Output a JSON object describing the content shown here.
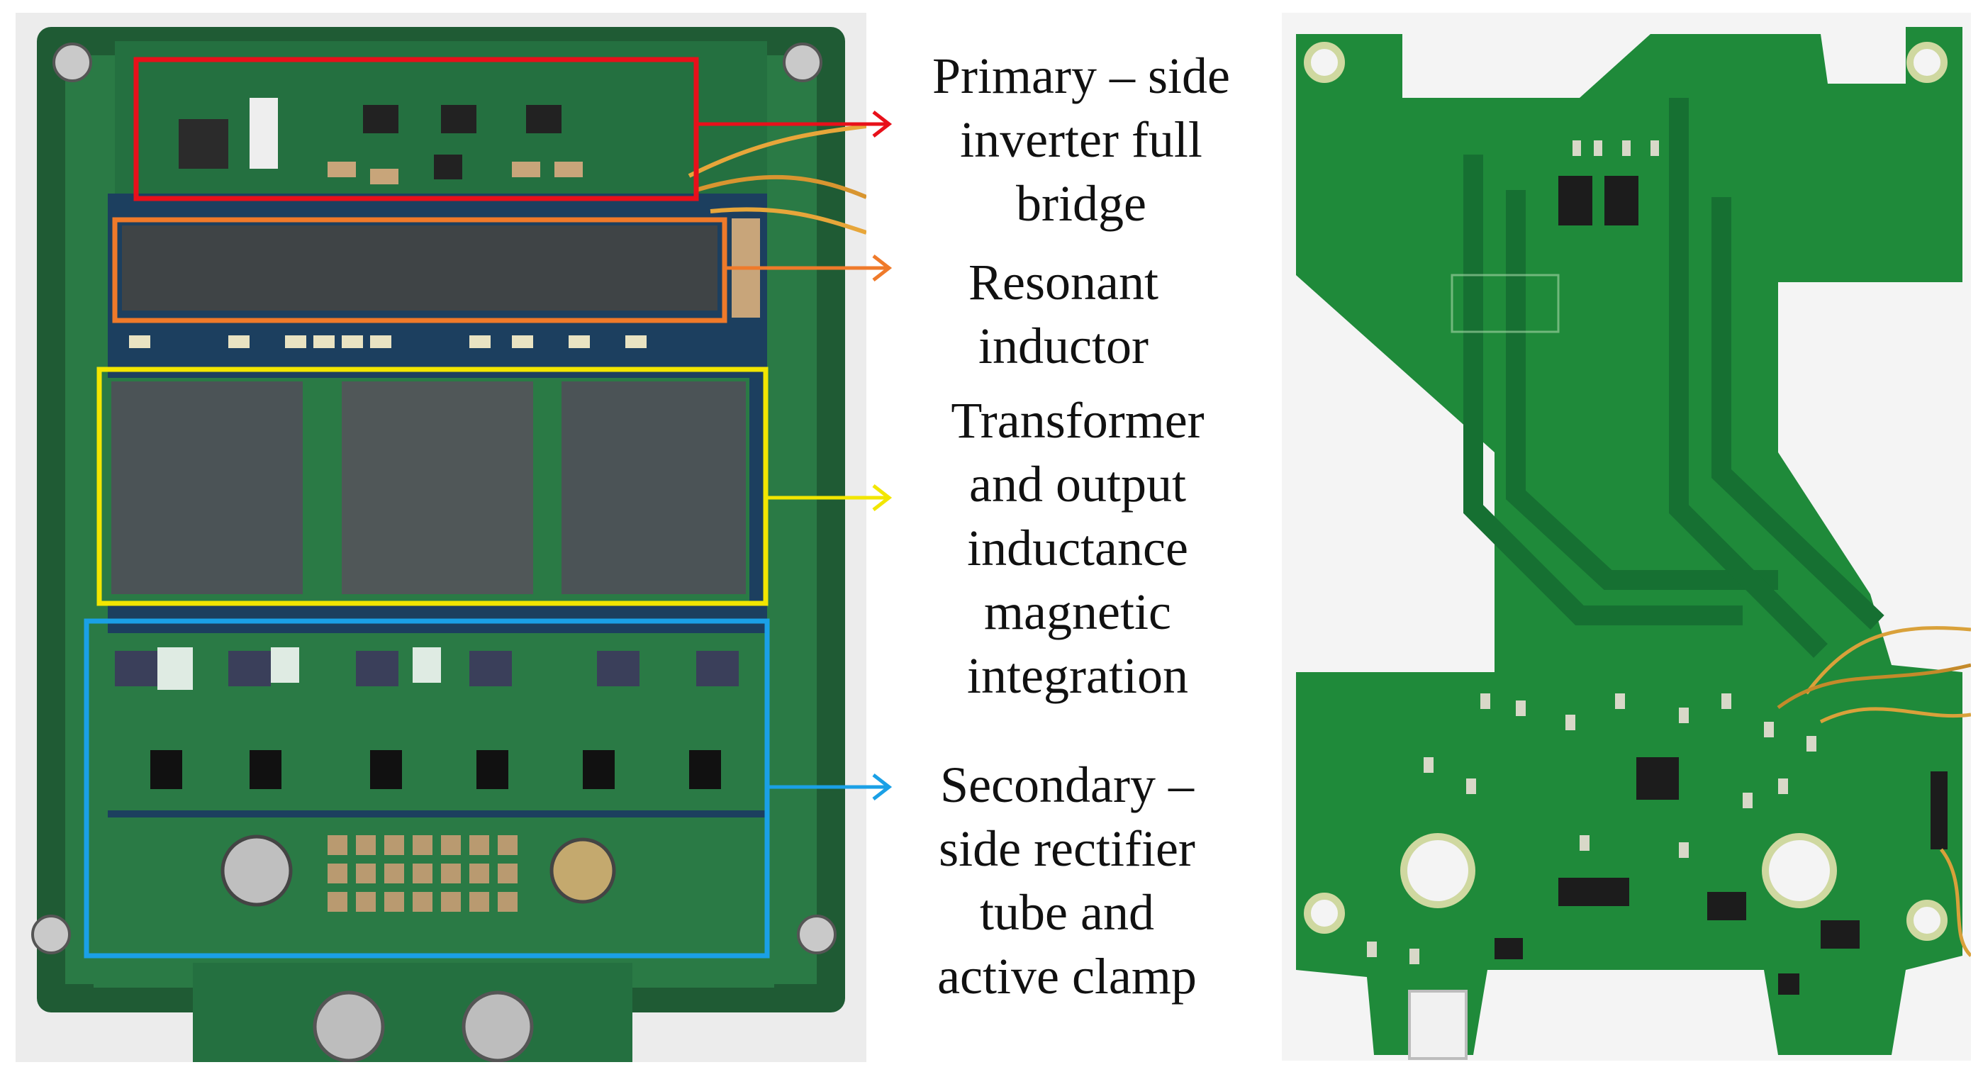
{
  "labels": {
    "primary": [
      "Primary – side",
      "inverter full",
      "bridge"
    ],
    "resonant": [
      "Resonant",
      "inductor"
    ],
    "transformer": [
      "Transformer",
      "and output",
      "inductance",
      "magnetic",
      "integration"
    ],
    "secondary": [
      "Secondary –",
      "side rectifier",
      "tube and",
      "active clamp"
    ]
  },
  "colors": {
    "primary": "#e8101a",
    "resonant": "#ef7a2a",
    "transformer": "#f2e600",
    "secondary": "#1aa0e6"
  }
}
